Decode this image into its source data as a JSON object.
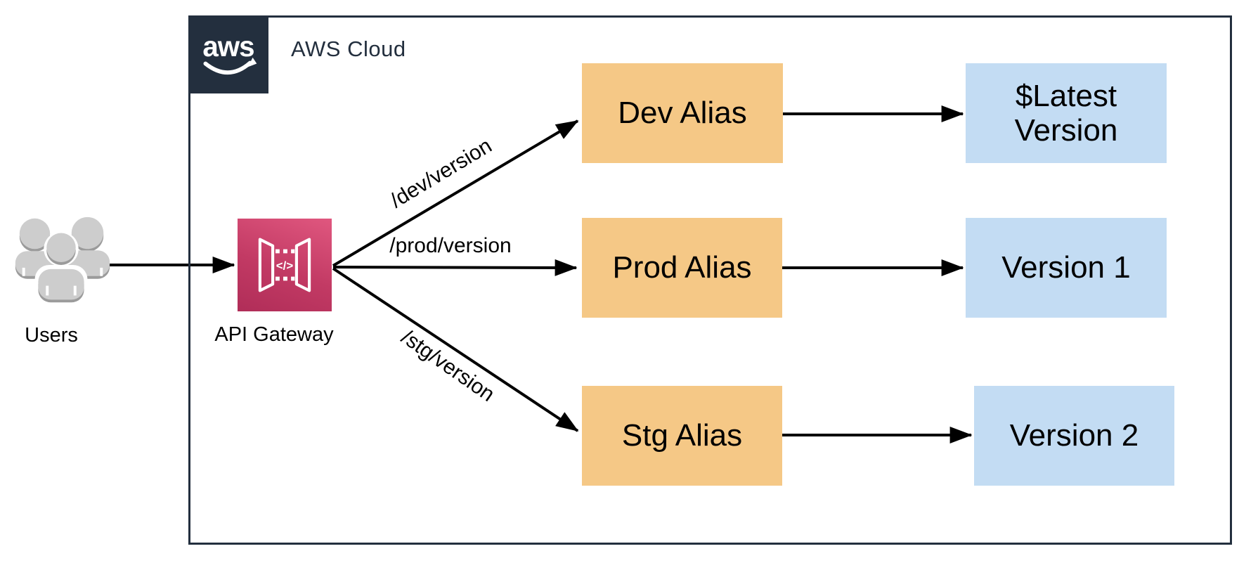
{
  "cloud": {
    "title": "AWS Cloud",
    "logo_text": "aws"
  },
  "users": {
    "label": "Users"
  },
  "api_gateway": {
    "label": "API Gateway"
  },
  "routes": [
    {
      "path_label": "/dev/version",
      "alias_label": "Dev Alias",
      "version_label": "$Latest Version"
    },
    {
      "path_label": "/prod/version",
      "alias_label": "Prod Alias",
      "version_label": "Version 1"
    },
    {
      "path_label": "/stg/version",
      "alias_label": "Stg Alias",
      "version_label": "Version 2"
    }
  ],
  "colors": {
    "navy": "#232F3E",
    "alias_fill": "#F5C886",
    "version_fill": "#C3DCF3",
    "arrow": "#000000",
    "gateway_pink_light": "#E0577F",
    "gateway_pink_dark": "#B02D58",
    "users_gray_light": "#CDCDCD",
    "users_gray_dark": "#9B9B9B"
  }
}
